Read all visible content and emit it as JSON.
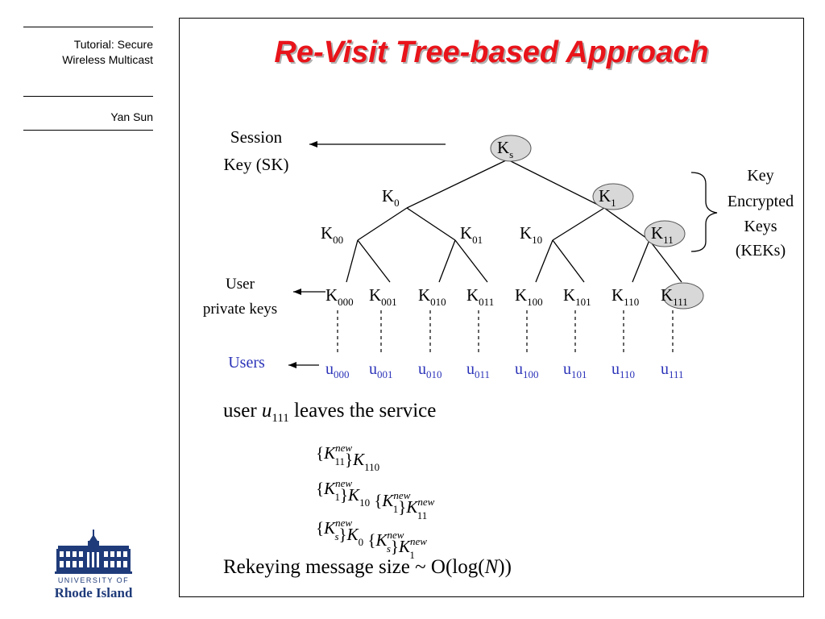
{
  "sidebar": {
    "course_line1": "Tutorial: Secure",
    "course_line2": "Wireless Multicast",
    "author": "Yan Sun",
    "logo": {
      "line1": "UNIVERSITY OF",
      "line2": "Rhode Island",
      "color": "#1f3b7a"
    }
  },
  "slide": {
    "title": "Re-Visit Tree-based Approach",
    "title_color": "#e8141a"
  },
  "colors": {
    "user_text": "#2b33b8",
    "highlight_node": "#d8d8d8"
  },
  "tree": {
    "root": {
      "base": "K",
      "sub": "s",
      "highlighted": true
    },
    "level1": [
      {
        "base": "K",
        "sub": "0",
        "highlighted": false
      },
      {
        "base": "K",
        "sub": "1",
        "highlighted": true
      }
    ],
    "level2": [
      {
        "base": "K",
        "sub": "00",
        "highlighted": false
      },
      {
        "base": "K",
        "sub": "01",
        "highlighted": false
      },
      {
        "base": "K",
        "sub": "10",
        "highlighted": false
      },
      {
        "base": "K",
        "sub": "11",
        "highlighted": true
      }
    ],
    "leaves": [
      {
        "base": "K",
        "sub": "000",
        "highlighted": false
      },
      {
        "base": "K",
        "sub": "001",
        "highlighted": false
      },
      {
        "base": "K",
        "sub": "010",
        "highlighted": false
      },
      {
        "base": "K",
        "sub": "011",
        "highlighted": false
      },
      {
        "base": "K",
        "sub": "100",
        "highlighted": false
      },
      {
        "base": "K",
        "sub": "101",
        "highlighted": false
      },
      {
        "base": "K",
        "sub": "110",
        "highlighted": false
      },
      {
        "base": "K",
        "sub": "111",
        "highlighted": true
      }
    ],
    "users": [
      {
        "base": "u",
        "sub": "000"
      },
      {
        "base": "u",
        "sub": "001"
      },
      {
        "base": "u",
        "sub": "010"
      },
      {
        "base": "u",
        "sub": "011"
      },
      {
        "base": "u",
        "sub": "100"
      },
      {
        "base": "u",
        "sub": "101"
      },
      {
        "base": "u",
        "sub": "110"
      },
      {
        "base": "u",
        "sub": "111"
      }
    ]
  },
  "labels": {
    "session_key": [
      "Session",
      "Key (SK)"
    ],
    "user_private_keys": [
      "User",
      "private keys"
    ],
    "users": "Users",
    "kek": [
      "Key",
      "Encrypted",
      "Keys",
      "(KEKs)"
    ]
  },
  "leave_event": {
    "prefix": "user ",
    "user_base": "u",
    "user_sub": "111",
    "suffix": " leaves the service"
  },
  "rekey_messages": {
    "line1": [
      {
        "text": "{"
      },
      {
        "text": "K",
        "italic": true,
        "sub": "11",
        "sup": "new"
      },
      {
        "text": "}"
      },
      {
        "text": "K",
        "italic": true,
        "sub": "110"
      }
    ],
    "line2": [
      {
        "text": "{"
      },
      {
        "text": "K",
        "italic": true,
        "sub": "1",
        "sup": "new"
      },
      {
        "text": "}"
      },
      {
        "text": "K",
        "italic": true,
        "sub": "10"
      },
      {
        "text": "  {"
      },
      {
        "text": "K",
        "italic": true,
        "sub": "1",
        "sup": "new"
      },
      {
        "text": "}"
      },
      {
        "text": "K",
        "italic": true,
        "sub": "11",
        "sup": "new"
      }
    ],
    "line3": [
      {
        "text": "{"
      },
      {
        "text": "K",
        "italic": true,
        "sub": "s",
        "subItalic": true,
        "sup": "new"
      },
      {
        "text": "}"
      },
      {
        "text": "K",
        "italic": true,
        "sub": "0"
      },
      {
        "text": "  {"
      },
      {
        "text": "K",
        "italic": true,
        "sub": "s",
        "subItalic": true,
        "sup": "new"
      },
      {
        "text": "}"
      },
      {
        "text": "K",
        "italic": true,
        "sub": "1",
        "sup": "new"
      }
    ]
  },
  "complexity": {
    "prefix": "Rekeying message size  ~ O(log(",
    "var": "N",
    "suffix": "))"
  }
}
